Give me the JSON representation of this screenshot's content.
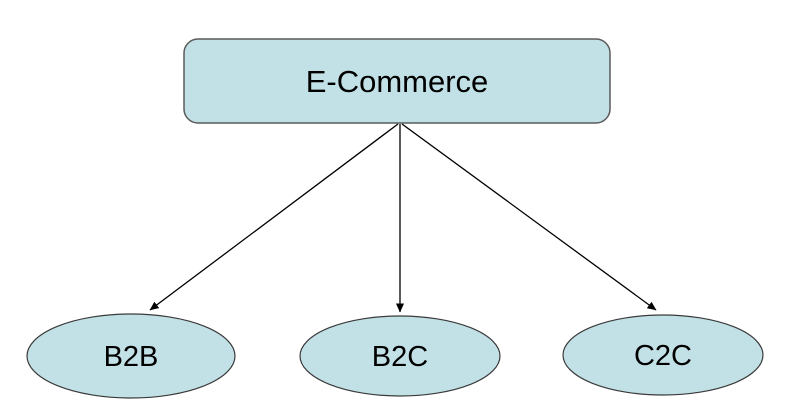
{
  "diagram": {
    "type": "tree",
    "root": {
      "label": "E-Commerce"
    },
    "children": [
      {
        "label": "B2B"
      },
      {
        "label": "B2C"
      },
      {
        "label": "C2C"
      }
    ],
    "edges": [
      {
        "from": "E-Commerce",
        "to": "B2B"
      },
      {
        "from": "E-Commerce",
        "to": "B2C"
      },
      {
        "from": "E-Commerce",
        "to": "C2C"
      }
    ],
    "colors": {
      "node_fill": "#c2e1e6",
      "node_stroke": "#5a5a5a",
      "arrow": "#000000",
      "background": "#ffffff"
    }
  }
}
